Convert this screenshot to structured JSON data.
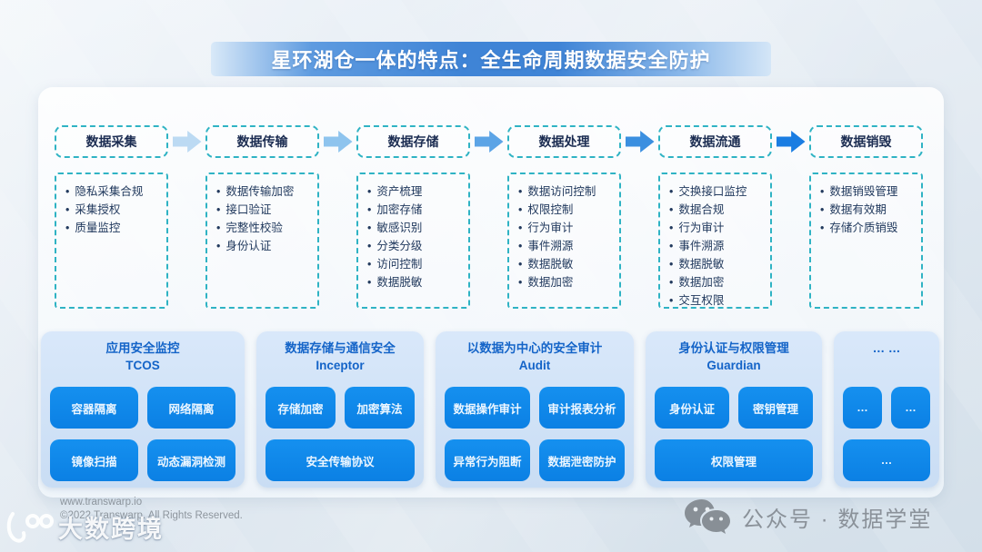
{
  "title": "星环湖仓一体的特点：全生命周期数据安全防护",
  "stages": [
    {
      "label": "数据采集",
      "items": [
        "隐私采集合规",
        "采集授权",
        "质量监控"
      ]
    },
    {
      "label": "数据传输",
      "items": [
        "数据传输加密",
        "接口验证",
        "完整性校验",
        "身份认证"
      ]
    },
    {
      "label": "数据存储",
      "items": [
        "资产梳理",
        "加密存储",
        "敏感识别",
        "分类分级",
        "访问控制",
        "数据脱敏"
      ]
    },
    {
      "label": "数据处理",
      "items": [
        "数据访问控制",
        "权限控制",
        "行为审计",
        "事件溯源",
        "数据脱敏",
        "数据加密"
      ]
    },
    {
      "label": "数据流通",
      "items": [
        "交换接口监控",
        "数据合规",
        "行为审计",
        "事件溯源",
        "数据脱敏",
        "数据加密",
        "交互权限"
      ]
    },
    {
      "label": "数据销毁",
      "items": [
        "数据销毁管理",
        "数据有效期",
        "存储介质销毁"
      ]
    }
  ],
  "arrow_colors": [
    "#bcdaf3",
    "#8ec4ee",
    "#5ca4e6",
    "#3b8fe0",
    "#1a7de2"
  ],
  "panels": [
    {
      "title": "应用安全监控",
      "subtitle": "TCOS",
      "rows": [
        [
          "容器隔离",
          "网络隔离"
        ],
        [
          "镜像扫描",
          "动态漏洞检测"
        ]
      ]
    },
    {
      "title": "数据存储与通信安全",
      "subtitle": "Inceptor",
      "rows": [
        [
          "存储加密",
          "加密算法"
        ],
        [
          "安全传输协议"
        ]
      ]
    },
    {
      "title": "以数据为中心的安全审计",
      "subtitle": "Audit",
      "rows": [
        [
          "数据操作审计",
          "审计报表分析"
        ],
        [
          "异常行为阻断",
          "数据泄密防护"
        ]
      ]
    },
    {
      "title": "身份认证与权限管理",
      "subtitle": "Guardian",
      "rows": [
        [
          "身份认证",
          "密钥管理"
        ],
        [
          "权限管理"
        ]
      ]
    },
    {
      "title": "… …",
      "subtitle": "",
      "rows": [
        [
          "…",
          "…"
        ],
        [
          "…"
        ]
      ]
    }
  ],
  "footer": {
    "url": "www.transwarp.io",
    "copyright": "©2022 Transwarp. All Rights Reserved.",
    "watermark": "大数跨境",
    "wechat_label": "公众号 · 数据学堂"
  },
  "colors": {
    "ribbon_blue": "#3f84d6",
    "dashed_border_teal": "#2fb3c4",
    "panel_title_blue": "#1464c8",
    "chip_blue": "#0d86e9",
    "panel_bg": "#cfe2f6"
  }
}
